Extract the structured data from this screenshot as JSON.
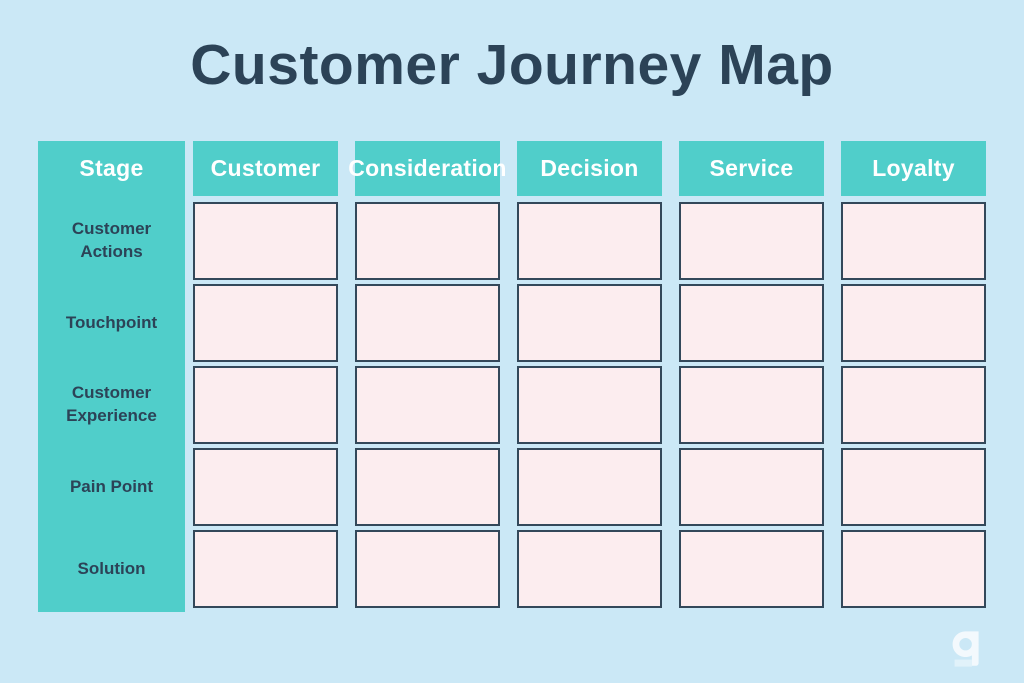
{
  "page": {
    "title": "Customer Journey Map",
    "background_color": "#cbe8f6",
    "title_color": "#2c4357",
    "accent_color": "#50ceca",
    "cell_fill_color": "#fcedef",
    "cell_border_color": "#33485a"
  },
  "matrix": {
    "stage_header_label": "Stage",
    "column_headers": [
      "Customer",
      "Consideration",
      "Decision",
      "Service",
      "Loyalty"
    ],
    "row_labels": [
      "Customer Actions",
      "Touchpoint",
      "Customer Experience",
      "Pain Point",
      "Solution"
    ],
    "cells": [
      [
        "",
        "",
        "",
        "",
        ""
      ],
      [
        "",
        "",
        "",
        "",
        ""
      ],
      [
        "",
        "",
        "",
        "",
        ""
      ],
      [
        "",
        "",
        "",
        "",
        ""
      ],
      [
        "",
        "",
        "",
        "",
        ""
      ]
    ]
  },
  "logo": {
    "name": "g-logo",
    "color": "#ffffff"
  }
}
